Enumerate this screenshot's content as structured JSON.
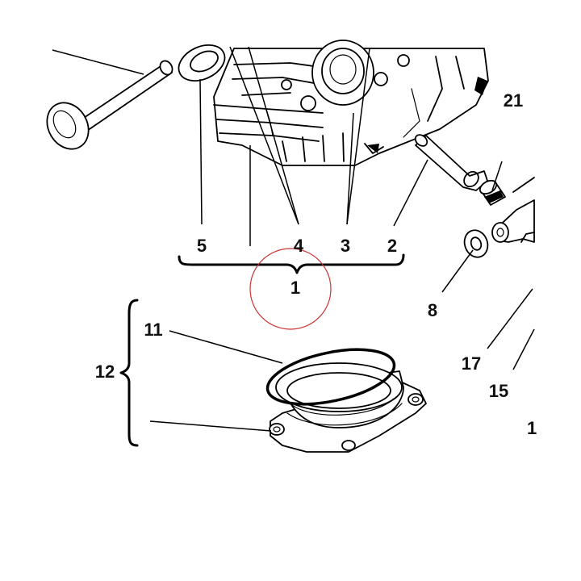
{
  "callouts": {
    "c1": "1",
    "c2": "2",
    "c3": "3",
    "c4": "4",
    "c5": "5",
    "c8": "8",
    "c11": "11",
    "c12": "12",
    "c15": "15",
    "c17": "17",
    "c21": "21",
    "c_edge": "1"
  },
  "highlight": {
    "target": "1",
    "color": "#cc3333"
  }
}
